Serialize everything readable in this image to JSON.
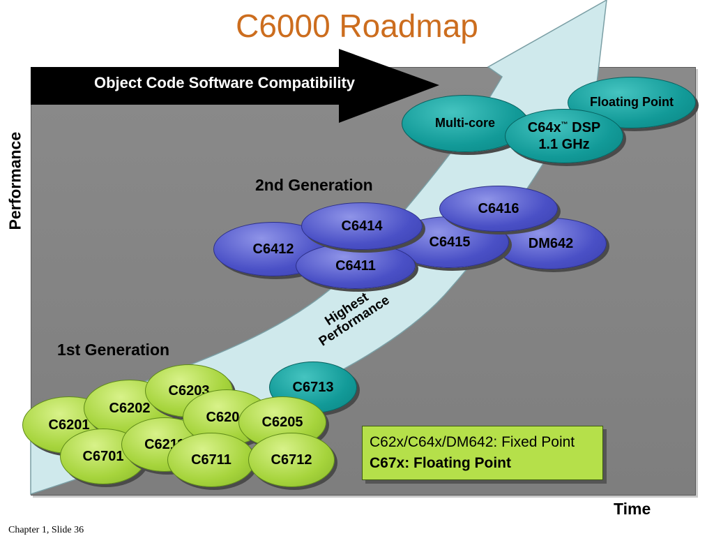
{
  "title": "C6000 Roadmap",
  "banner": "Object Code Software Compatibility",
  "axes": {
    "y": "Performance",
    "x": "Time"
  },
  "generations": {
    "first": "1st Generation",
    "second": "2nd Generation"
  },
  "arrow_label": {
    "line1": "Highest",
    "line2": "Performance"
  },
  "chips": {
    "c6201": "C6201",
    "c6202": "C6202",
    "c6203": "C6203",
    "c6204": "C6204",
    "c6205": "C6205",
    "c6211": "C6211",
    "c6701": "C6701",
    "c6711": "C6711",
    "c6712": "C6712",
    "c6713": "C6713",
    "c6411": "C6411",
    "c6412": "C6412",
    "c6414": "C6414",
    "c6415": "C6415",
    "c6416": "C6416",
    "dm642": "DM642",
    "multicore": "Multi-core",
    "floating_point": "Floating Point",
    "c64x_prefix": "C64x",
    "c64x_tm": "™",
    "c64x_suffix": " DSP",
    "c64x_speed": "1.1 GHz"
  },
  "legend": {
    "line1": "C62x/C64x/DM642: Fixed Point",
    "line2": "C67x: Floating Point"
  },
  "footer": "Chapter 1, Slide 36",
  "colors": {
    "title": "#cc6d1e",
    "green": "#a6d43c",
    "blue": "#4a50c6",
    "teal": "#129a98",
    "arrow": "#cfe9ec",
    "panel": "#828282"
  }
}
